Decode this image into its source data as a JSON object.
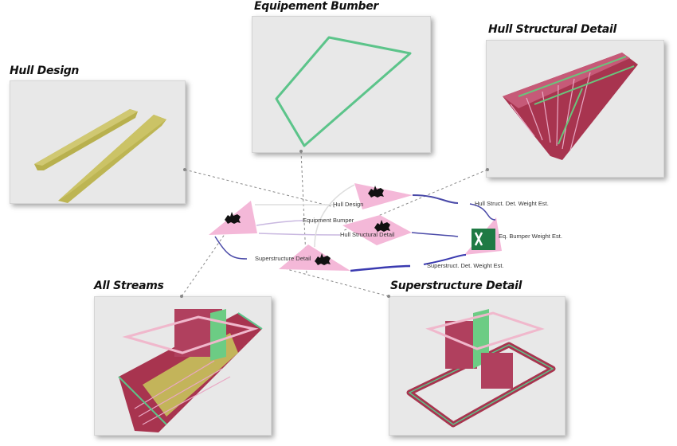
{
  "panels": {
    "hull_design": {
      "title": "Hull Design"
    },
    "equipment_bumper": {
      "title": "Equipement Bumber"
    },
    "hull_structural_detail": {
      "title": "Hull Structural Detail"
    },
    "all_streams": {
      "title": "All Streams"
    },
    "superstructure_detail": {
      "title": "Superstructure Detail"
    }
  },
  "graph": {
    "streams": [
      "Hull Design",
      "Equipment Bumper",
      "Hull Structural Detail",
      "Superstructure Detail"
    ],
    "outputs": [
      "Hull Struct. Det. Weight Est.",
      "Eq. Bumper Weight Est.",
      "Superstruct. Det. Weight Est."
    ]
  },
  "colors": {
    "node_pink": "#f4b8d8",
    "wire_blue": "#4a4aa8",
    "wire_light": "#c9b8e0",
    "hull_yellow": "#c3bb5a",
    "bumper_green": "#5cc48a",
    "structure_red": "#b83a5c",
    "excel_green": "#1f7a44"
  },
  "icons": [
    "rhino-icon",
    "excel-icon",
    "stream-icon",
    "speckle-send-icon",
    "speckle-receive-icon"
  ]
}
